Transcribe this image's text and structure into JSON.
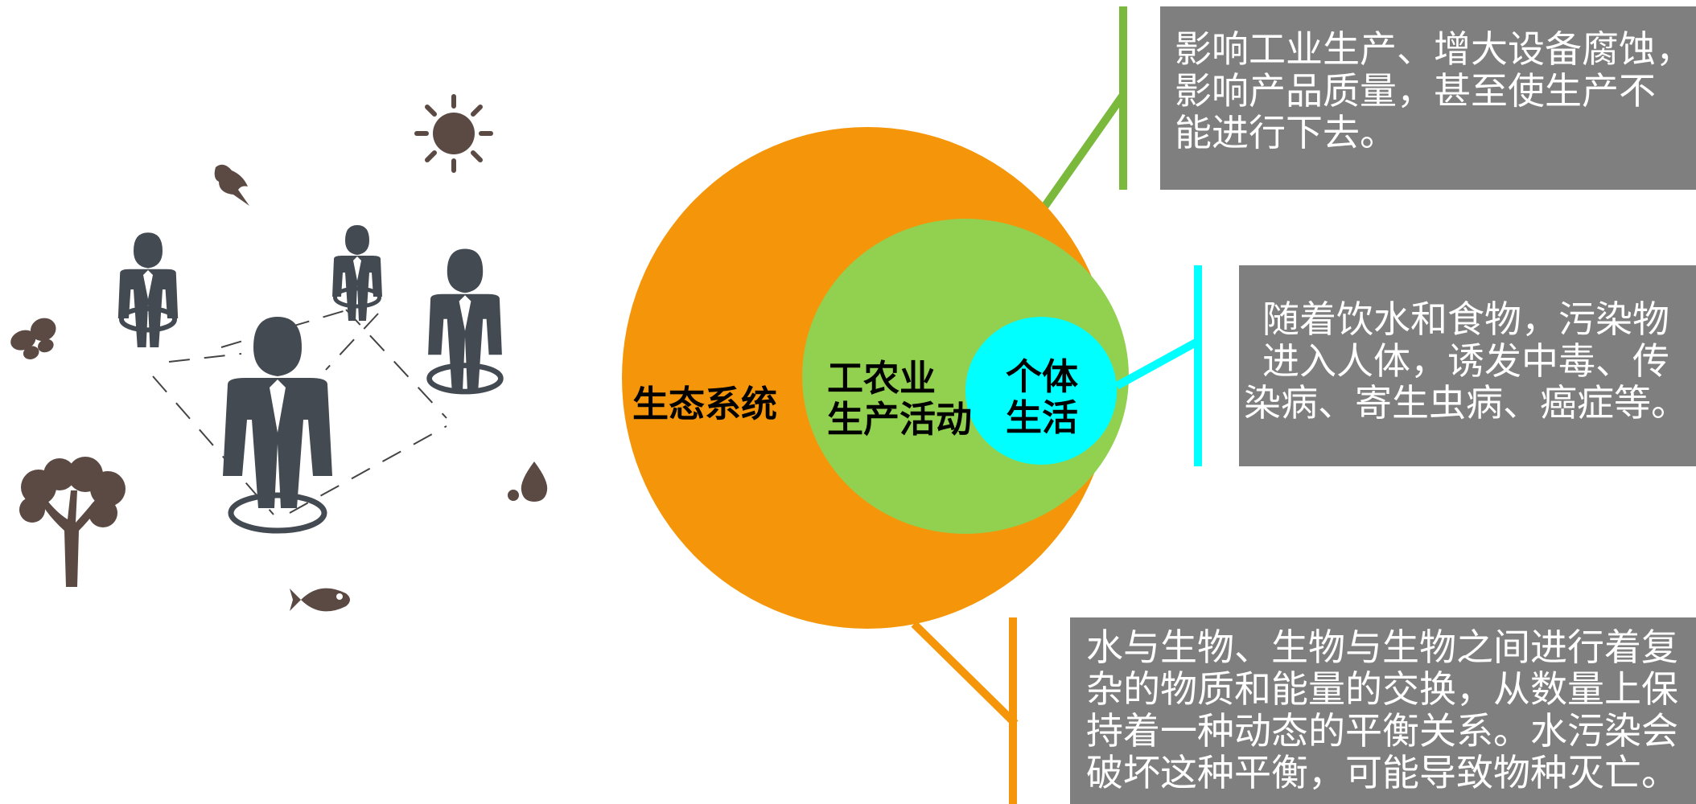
{
  "diagram": {
    "circles": {
      "ecosystem": {
        "label": "生态系统",
        "color": "#f5960a"
      },
      "production": {
        "label": "工农业\n生产活动",
        "color": "#92d050"
      },
      "individual": {
        "label": "个体\n生活",
        "color": "#00ffff"
      }
    },
    "callouts": {
      "industry": {
        "text": "影响工业生产、增大设备腐蚀，\n影响产品质量，甚至使生产不\n能进行下去。",
        "accent": "#7ab93b"
      },
      "human": {
        "text": "随着饮水和食物，污染物\n进入人体，诱发中毒、传\n染病、寄生虫病、癌症等。",
        "accent": "#00ffff"
      },
      "ecosystem": {
        "text": "水与生物、生物与生物之间进行着复\n杂的物质和能量的交换，从数量上保\n持着一种动态的平衡关系。水污染会\n破坏这种平衡，可能导致物种灭亡。",
        "accent": "#f5960a"
      }
    }
  },
  "illustration": {
    "icon_color": "#444a52",
    "nature_color": "#5b4a43",
    "icons": [
      "person-icon",
      "sun-icon",
      "bird-icon",
      "butterfly-icon",
      "tree-icon",
      "water-drop-icon",
      "fish-icon"
    ]
  }
}
